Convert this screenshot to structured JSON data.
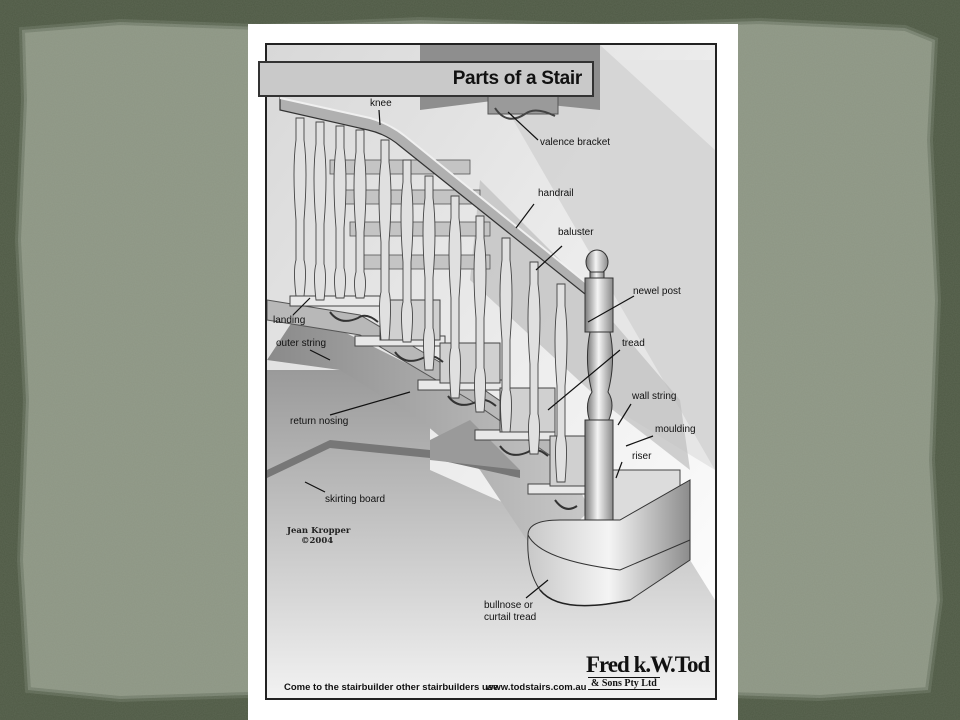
{
  "slide": {
    "background_color": "#4f5a45",
    "card_color": "#8a9480"
  },
  "poster": {
    "title": "Parts of a Stair",
    "labels": {
      "knee": "knee",
      "valence_bracket": "valence bracket",
      "handrail": "handrail",
      "baluster": "baluster",
      "newel_post": "newel post",
      "landing": "landing",
      "outer_string": "outer string",
      "tread": "tread",
      "wall_string": "wall string",
      "return_nosing": "return nosing",
      "moulding": "moulding",
      "riser": "riser",
      "skirting_board": "skirting board",
      "bullnose_line1": "bullnose or",
      "bullnose_line2": "curtail tread"
    },
    "signature_name": "Jean Kropper",
    "signature_year": "©2004",
    "footer_slogan": "Come to the stairbuilder other stairbuilders use",
    "footer_url": "www.todstairs.com.au",
    "brand_name": "Fred k.W.Tod",
    "brand_sub": "& Sons Pty Ltd"
  }
}
